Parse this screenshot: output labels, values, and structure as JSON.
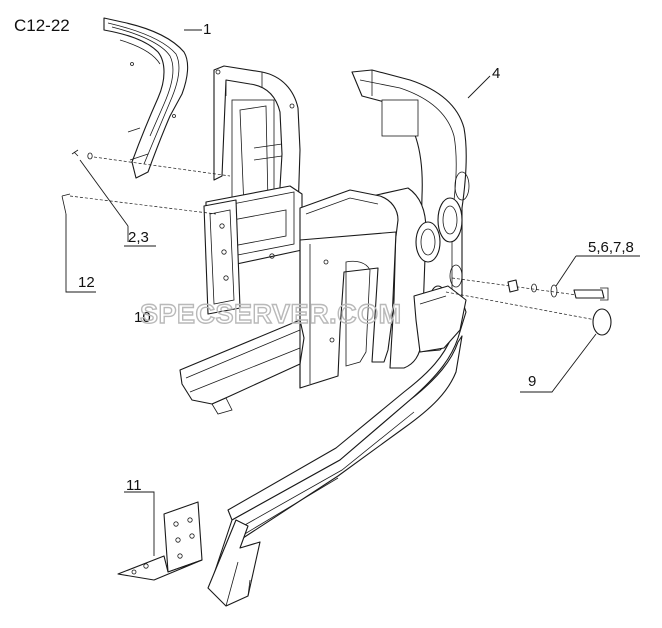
{
  "title": "C12-22",
  "watermark": "SPECSERVER.COM",
  "callouts": {
    "c1": "1",
    "c23": "2,3",
    "c4": "4",
    "c5678": "5,6,7,8",
    "c9": "9",
    "c10": "10",
    "c11": "11",
    "c12": "12"
  }
}
